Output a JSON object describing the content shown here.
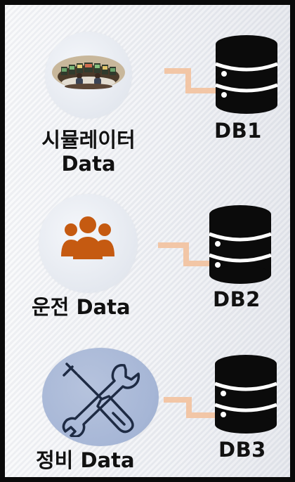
{
  "nodes": [
    {
      "source_label_line1": "시뮬레이터",
      "source_label_line2": "Data",
      "icon": "simulator-control-room-image",
      "db_label": "DB1"
    },
    {
      "source_label": "운전 Data",
      "icon": "people-group-icon",
      "db_label": "DB2"
    },
    {
      "source_label": "정비 Data",
      "icon": "wrench-screwdriver-icon",
      "db_label": "DB3"
    }
  ],
  "colors": {
    "connector": "#f2c6a6",
    "people_icon": "#c55a11",
    "tool_icon": "#1e2b44",
    "database": "#0b0b0b",
    "border": "#0a0a0a"
  }
}
